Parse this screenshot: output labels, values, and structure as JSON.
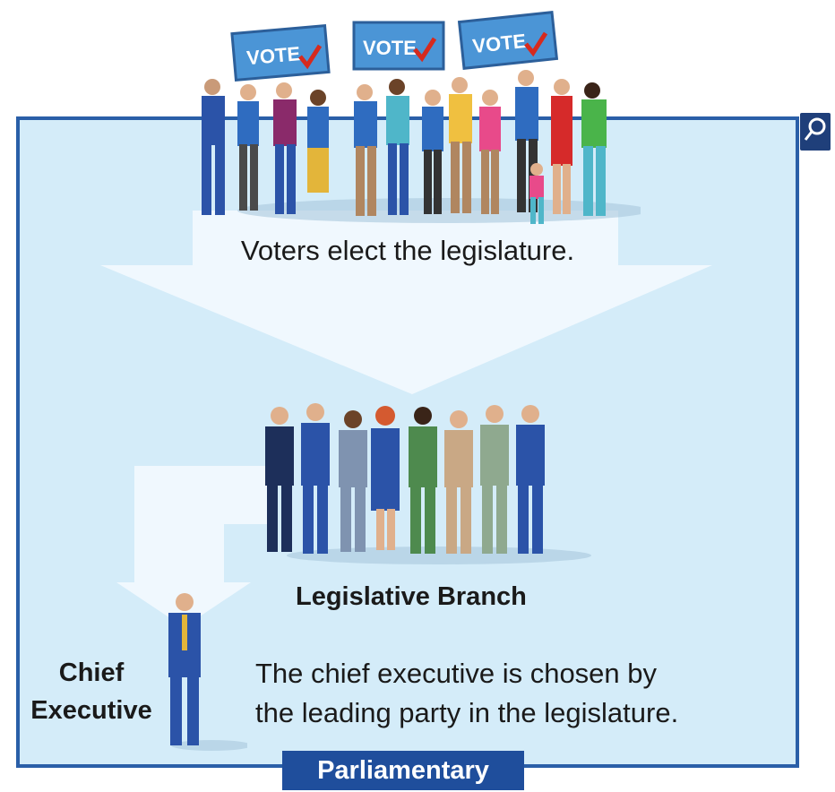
{
  "voters_caption": "Voters elect the legislature.",
  "signs": [
    "VOTE",
    "VOTE",
    "VOTE"
  ],
  "branch_label": "Legislative Branch",
  "chief_label_line1": "Chief",
  "chief_label_line2": "Executive",
  "chief_desc_line1": "The chief executive is chosen by",
  "chief_desc_line2": "the leading party in the legislature.",
  "tab_label": "Parliamentary",
  "colors": {
    "frame_bg": "#d4ecf9",
    "frame_border": "#2a5fa8",
    "arrow": "#f1f9fe",
    "tab_bg": "#1f4e9c"
  }
}
